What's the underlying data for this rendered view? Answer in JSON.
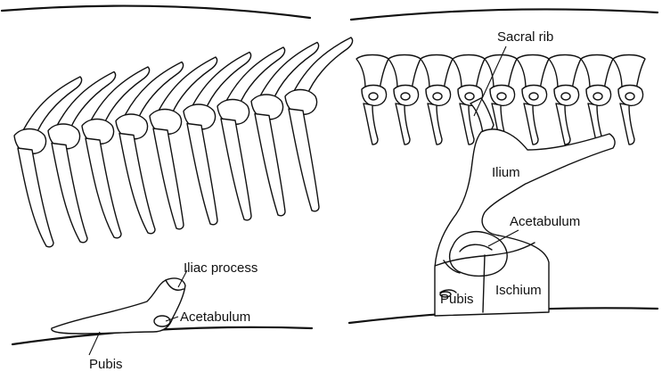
{
  "diagram": {
    "left_panel": {
      "labels": {
        "iliac_process": "Iliac process",
        "acetabulum": "Acetabulum",
        "pubis": "Pubis"
      }
    },
    "right_panel": {
      "labels": {
        "sacral_rib": "Sacral rib",
        "ilium": "Ilium",
        "acetabulum": "Acetabulum",
        "pubis": "Pubis",
        "ischium": "Ischium"
      }
    }
  }
}
